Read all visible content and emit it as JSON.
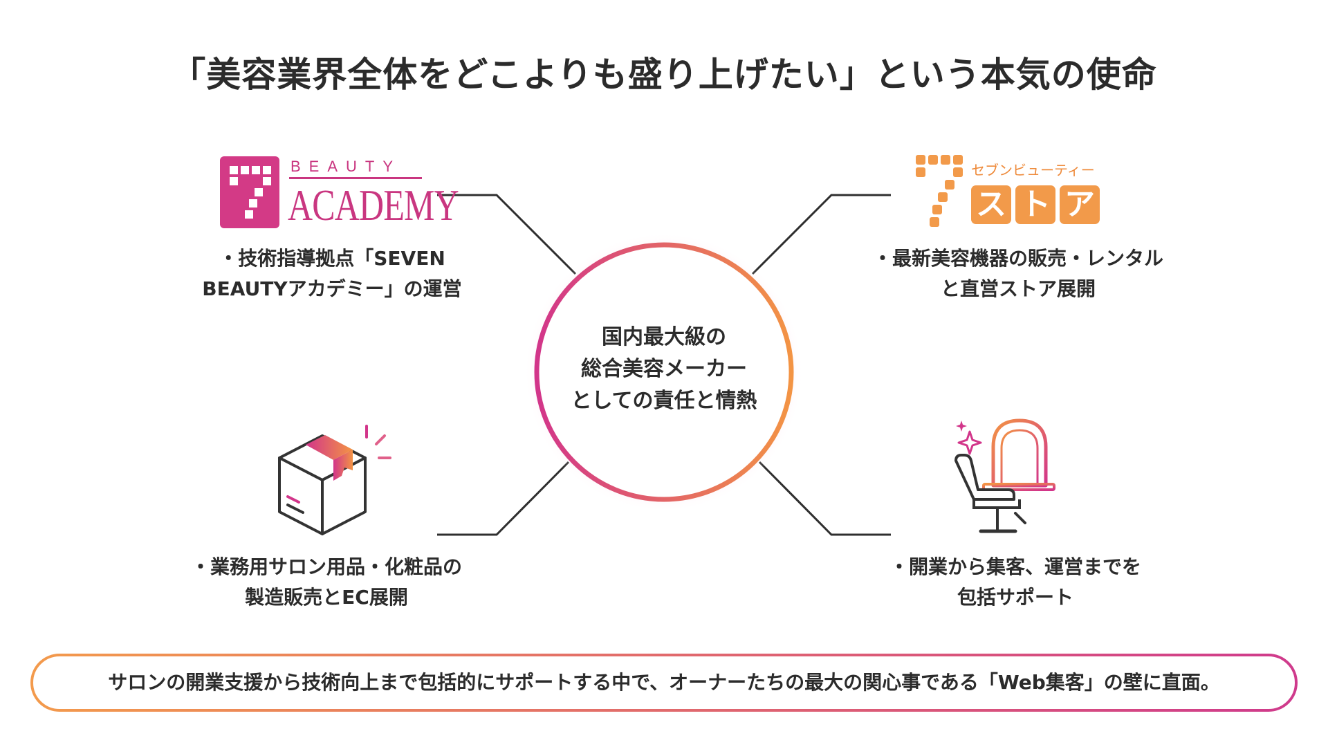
{
  "title": "「美容業界全体をどこよりも盛り上げたい」という本気の使命",
  "center": {
    "lines": [
      "国内最大級の",
      "総合美容メーカー",
      "としての責任と情熱"
    ]
  },
  "nodes": {
    "academy": {
      "logo_top": "BEAUTY",
      "logo_main": "ACADEMY",
      "lines": [
        "・技術指導拠点「SEVEN",
        "BEAUTYアカデミー」の運営"
      ]
    },
    "store": {
      "logo_kana": "セブンビューティー",
      "logo_tiles": [
        "ス",
        "ト",
        "ア"
      ],
      "lines": [
        "・最新美容機器の販売・レンタル",
        "と直営ストア展開"
      ]
    },
    "products": {
      "icon": "package-box-icon",
      "lines": [
        "・業務用サロン用品・化粧品の",
        "製造販売とEC展開"
      ]
    },
    "support": {
      "icon": "salon-chair-mirror-icon",
      "lines": [
        "・開業から集客、運営までを",
        "包括サポート"
      ]
    }
  },
  "banner": {
    "text": "サロンの開業支援から技術向上まで包括的にサポートする中で、オーナーたちの最大の関心事である「Web集客」の壁に直面。"
  },
  "colors": {
    "pink": "#d33a86",
    "orange": "#f29a4a",
    "line": "#2f2f2f",
    "text": "#2b2b2b"
  }
}
